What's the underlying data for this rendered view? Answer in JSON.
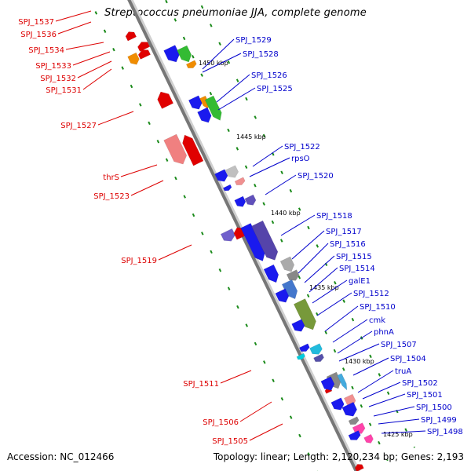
{
  "title": "Streptococcus pneumoniae JJA, complete genome",
  "accession": "Accession: NC_012466",
  "topology": "Topology: linear; Length: 2,120,234 bp; Genes: 2,193",
  "colors": {
    "forward_label": "#0000cc",
    "reverse_label": "#dd0000",
    "backbone": "#777777"
  },
  "ticks": [
    "1450 kbp",
    "1445 kbp",
    "1440 kbp",
    "1435 kbp",
    "1430 kbp",
    "1425 kbp"
  ],
  "forward_genes": [
    "SPJ_1529",
    "SPJ_1528",
    "SPJ_1526",
    "SPJ_1525",
    "SPJ_1522",
    "rpsO",
    "SPJ_1520",
    "SPJ_1518",
    "SPJ_1517",
    "SPJ_1516",
    "SPJ_1515",
    "SPJ_1514",
    "galE1",
    "SPJ_1512",
    "SPJ_1510",
    "cmk",
    "phnA",
    "SPJ_1507",
    "SPJ_1504",
    "truA",
    "SPJ_1502",
    "SPJ_1501",
    "SPJ_1500",
    "SPJ_1499",
    "SPJ_1498"
  ],
  "reverse_genes": [
    "SPJ_1537",
    "SPJ_1536",
    "SPJ_1534",
    "SPJ_1533",
    "SPJ_1532",
    "SPJ_1531",
    "SPJ_1527",
    "thrS",
    "SPJ_1523",
    "SPJ_1519",
    "SPJ_1511",
    "SPJ_1506",
    "SPJ_1505"
  ]
}
